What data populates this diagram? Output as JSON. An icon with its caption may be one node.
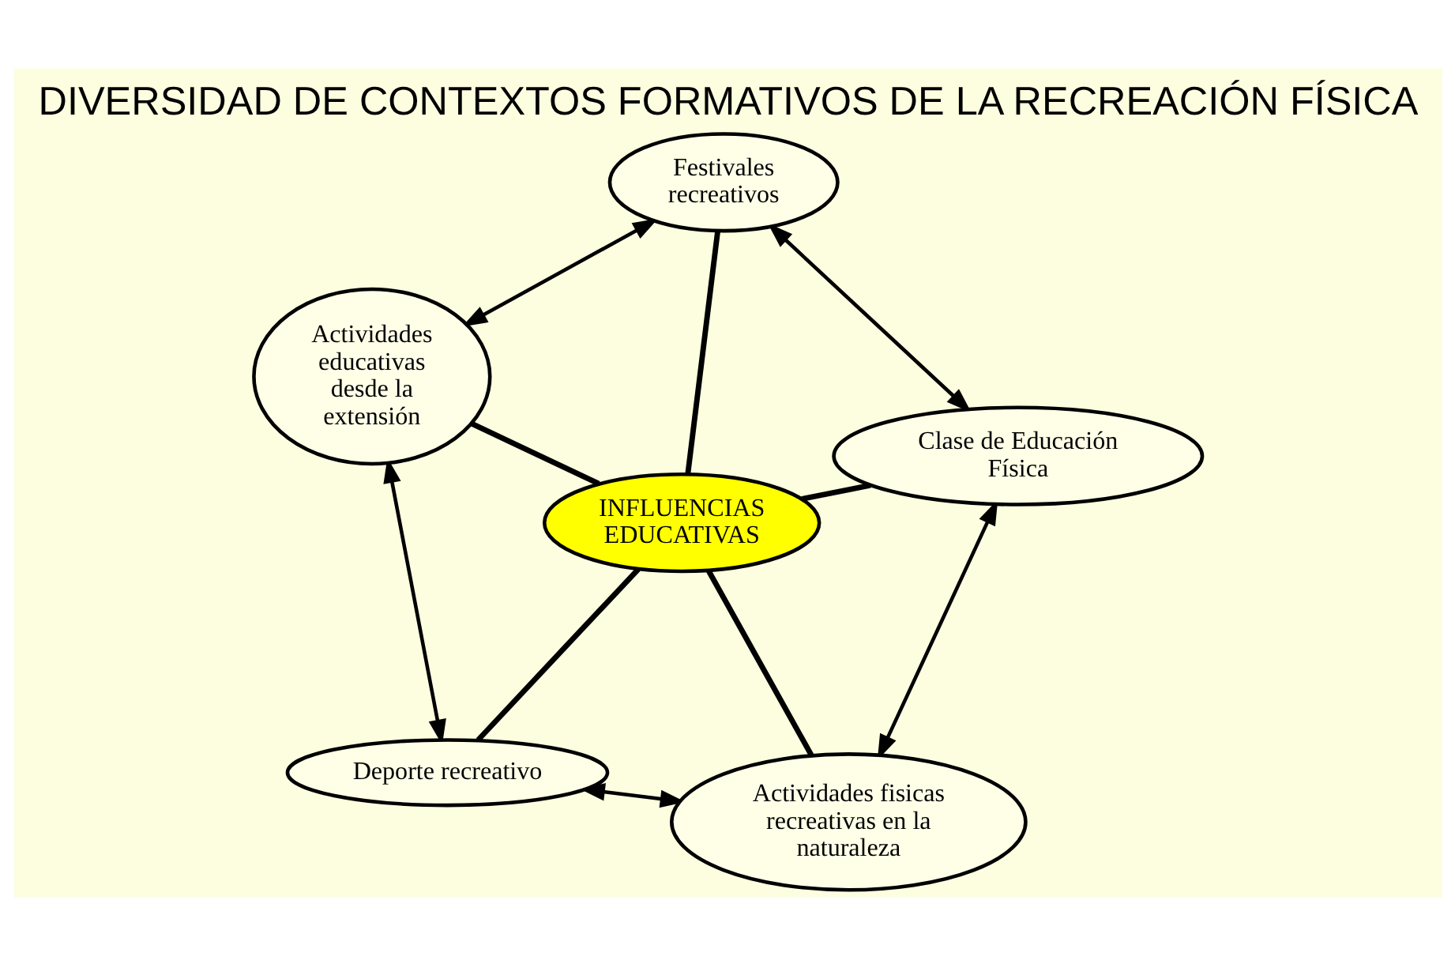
{
  "diagram": {
    "title": "DIVERSIDAD DE CONTEXTOS FORMATIVOS DE LA RECREACIÓN FÍSICA",
    "nodes": [
      {
        "text": [
          "Deporte recreativo"
        ]
      },
      {
        "text": [
          "Actividades fisicas recreativas en la naturaleza"
        ]
      },
      {
        "text": [
          "INFLUENCIAS EDUCATIVAS"
        ]
      },
      {
        "text": [
          "Actividades educativas desde la extensión"
        ]
      },
      {
        "text": [
          "Clase de Educación Física"
        ]
      },
      {
        "text": [
          "Festivales recreativos"
        ]
      }
    ],
    "edges": [
      {
        "from": 2,
        "to": 0,
        "arrow": "none"
      },
      {
        "from": 2,
        "to": 1,
        "arrow": "none"
      },
      {
        "from": 2,
        "to": 3,
        "arrow": "none"
      },
      {
        "from": 2,
        "to": 4,
        "arrow": "none"
      },
      {
        "from": 2,
        "to": 5,
        "arrow": "none"
      },
      {
        "from": 0,
        "to": 1,
        "arrow": "both"
      },
      {
        "from": 0,
        "to": 3,
        "arrow": "both"
      },
      {
        "from": 1,
        "to": 4,
        "arrow": "both"
      },
      {
        "from": 4,
        "to": 5,
        "arrow": "both"
      },
      {
        "from": 5,
        "to": 3,
        "arrow": "both"
      }
    ]
  }
}
